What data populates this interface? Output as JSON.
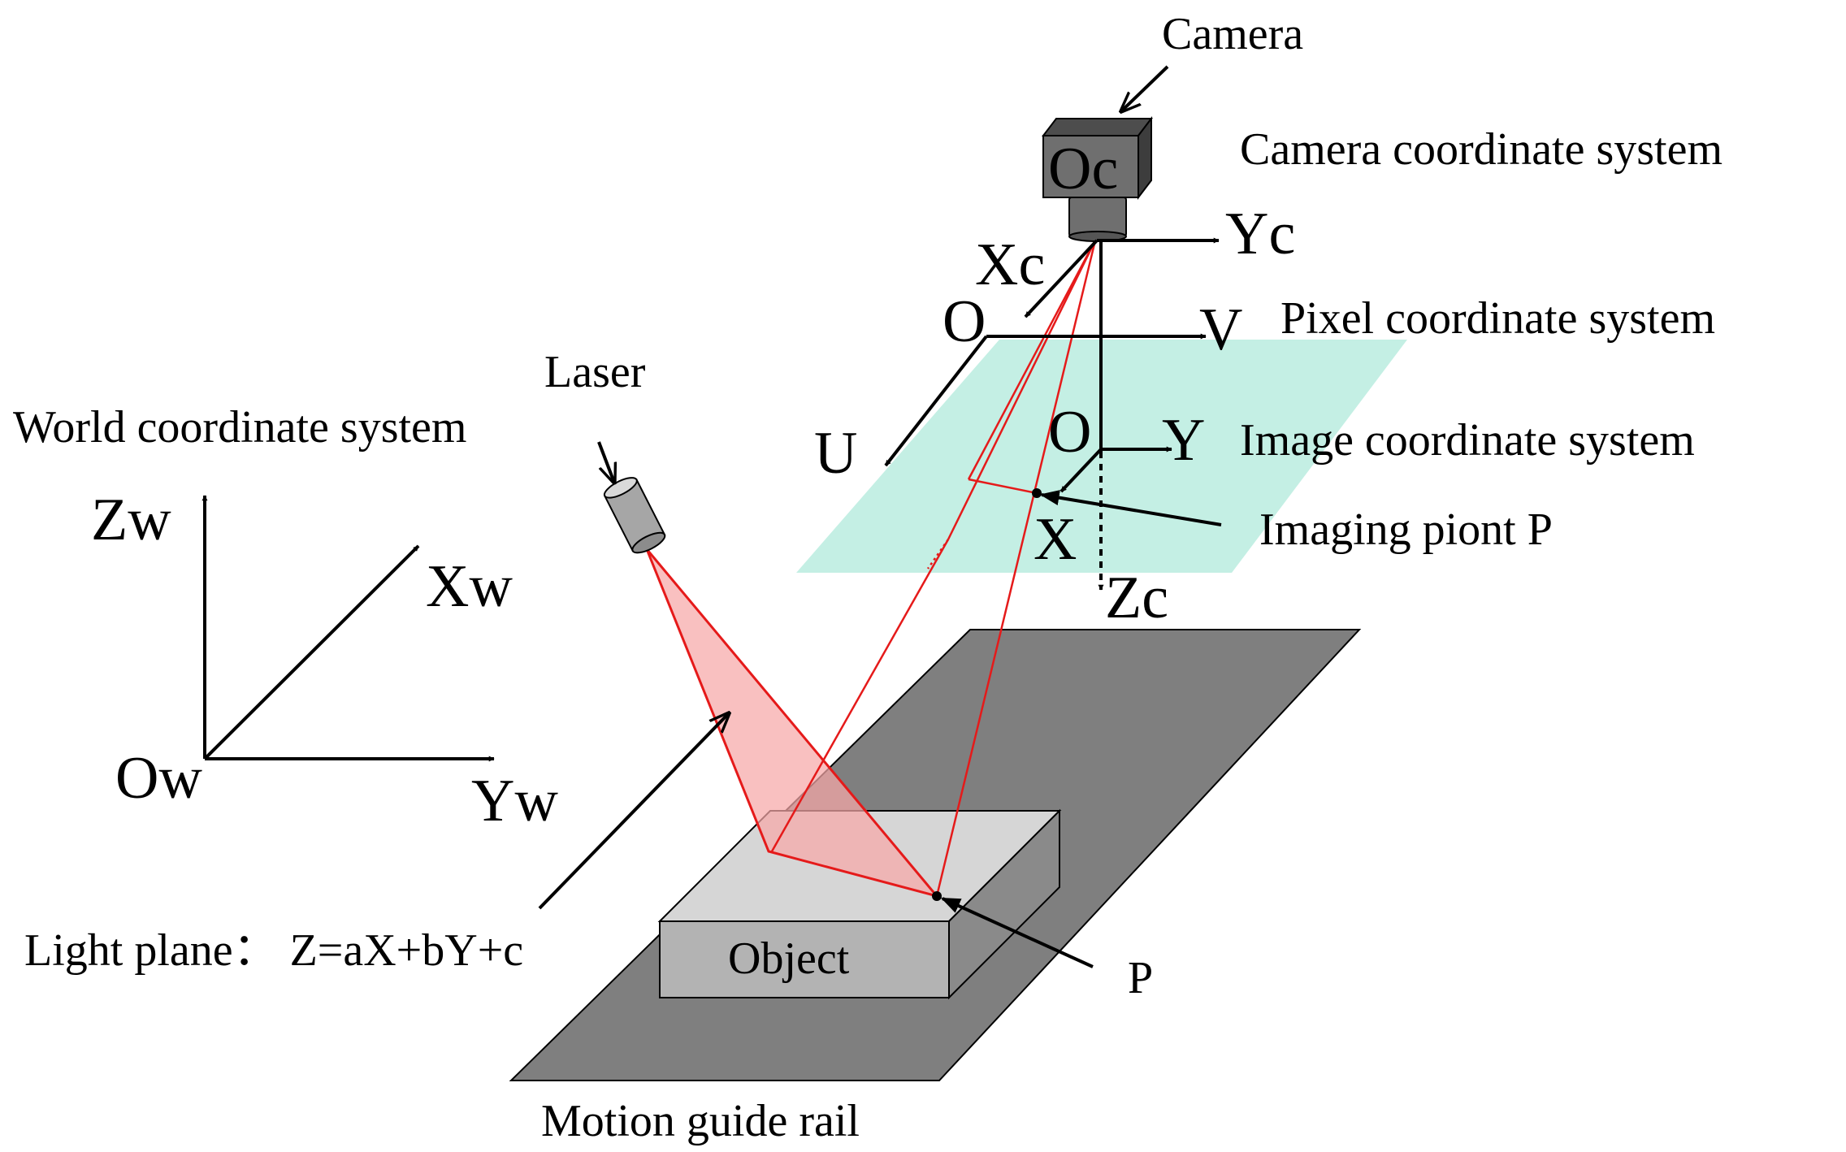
{
  "labels": {
    "camera": "Camera",
    "camera_center": "Oc",
    "camera_cs": "Camera coordinate system",
    "yc": "Yc",
    "xc": "Xc",
    "zc": "Zc",
    "pixel_origin": "O",
    "v_axis": "V",
    "pixel_cs": "Pixel coordinate system",
    "u_axis": "U",
    "image_origin": "O",
    "y_axis": "Y",
    "image_cs": "Image coordinate system",
    "x_axis": "X",
    "imaging_point": "Imaging piont P",
    "laser": "Laser",
    "world_cs": "World coordinate system",
    "zw": "Zw",
    "xw": "Xw",
    "ow": "Ow",
    "yw": "Yw",
    "light_plane": "Light plane： Z=aX+bY+c",
    "object": "Object",
    "point_p": "P",
    "rail": "Motion guide rail"
  },
  "colors": {
    "laser_ray": "#e51a1a",
    "light_plane_fill": "#f7a8a8",
    "image_plane_fill": "#c4efe4",
    "rail_fill": "#7f7f7f",
    "object_top": "#d6d6d6",
    "object_front": "#b3b3b3",
    "object_side": "#8a8a8a",
    "camera_body": "#6f6f6f"
  },
  "icons": {
    "camera": "camera-icon",
    "laser": "laser-icon"
  }
}
